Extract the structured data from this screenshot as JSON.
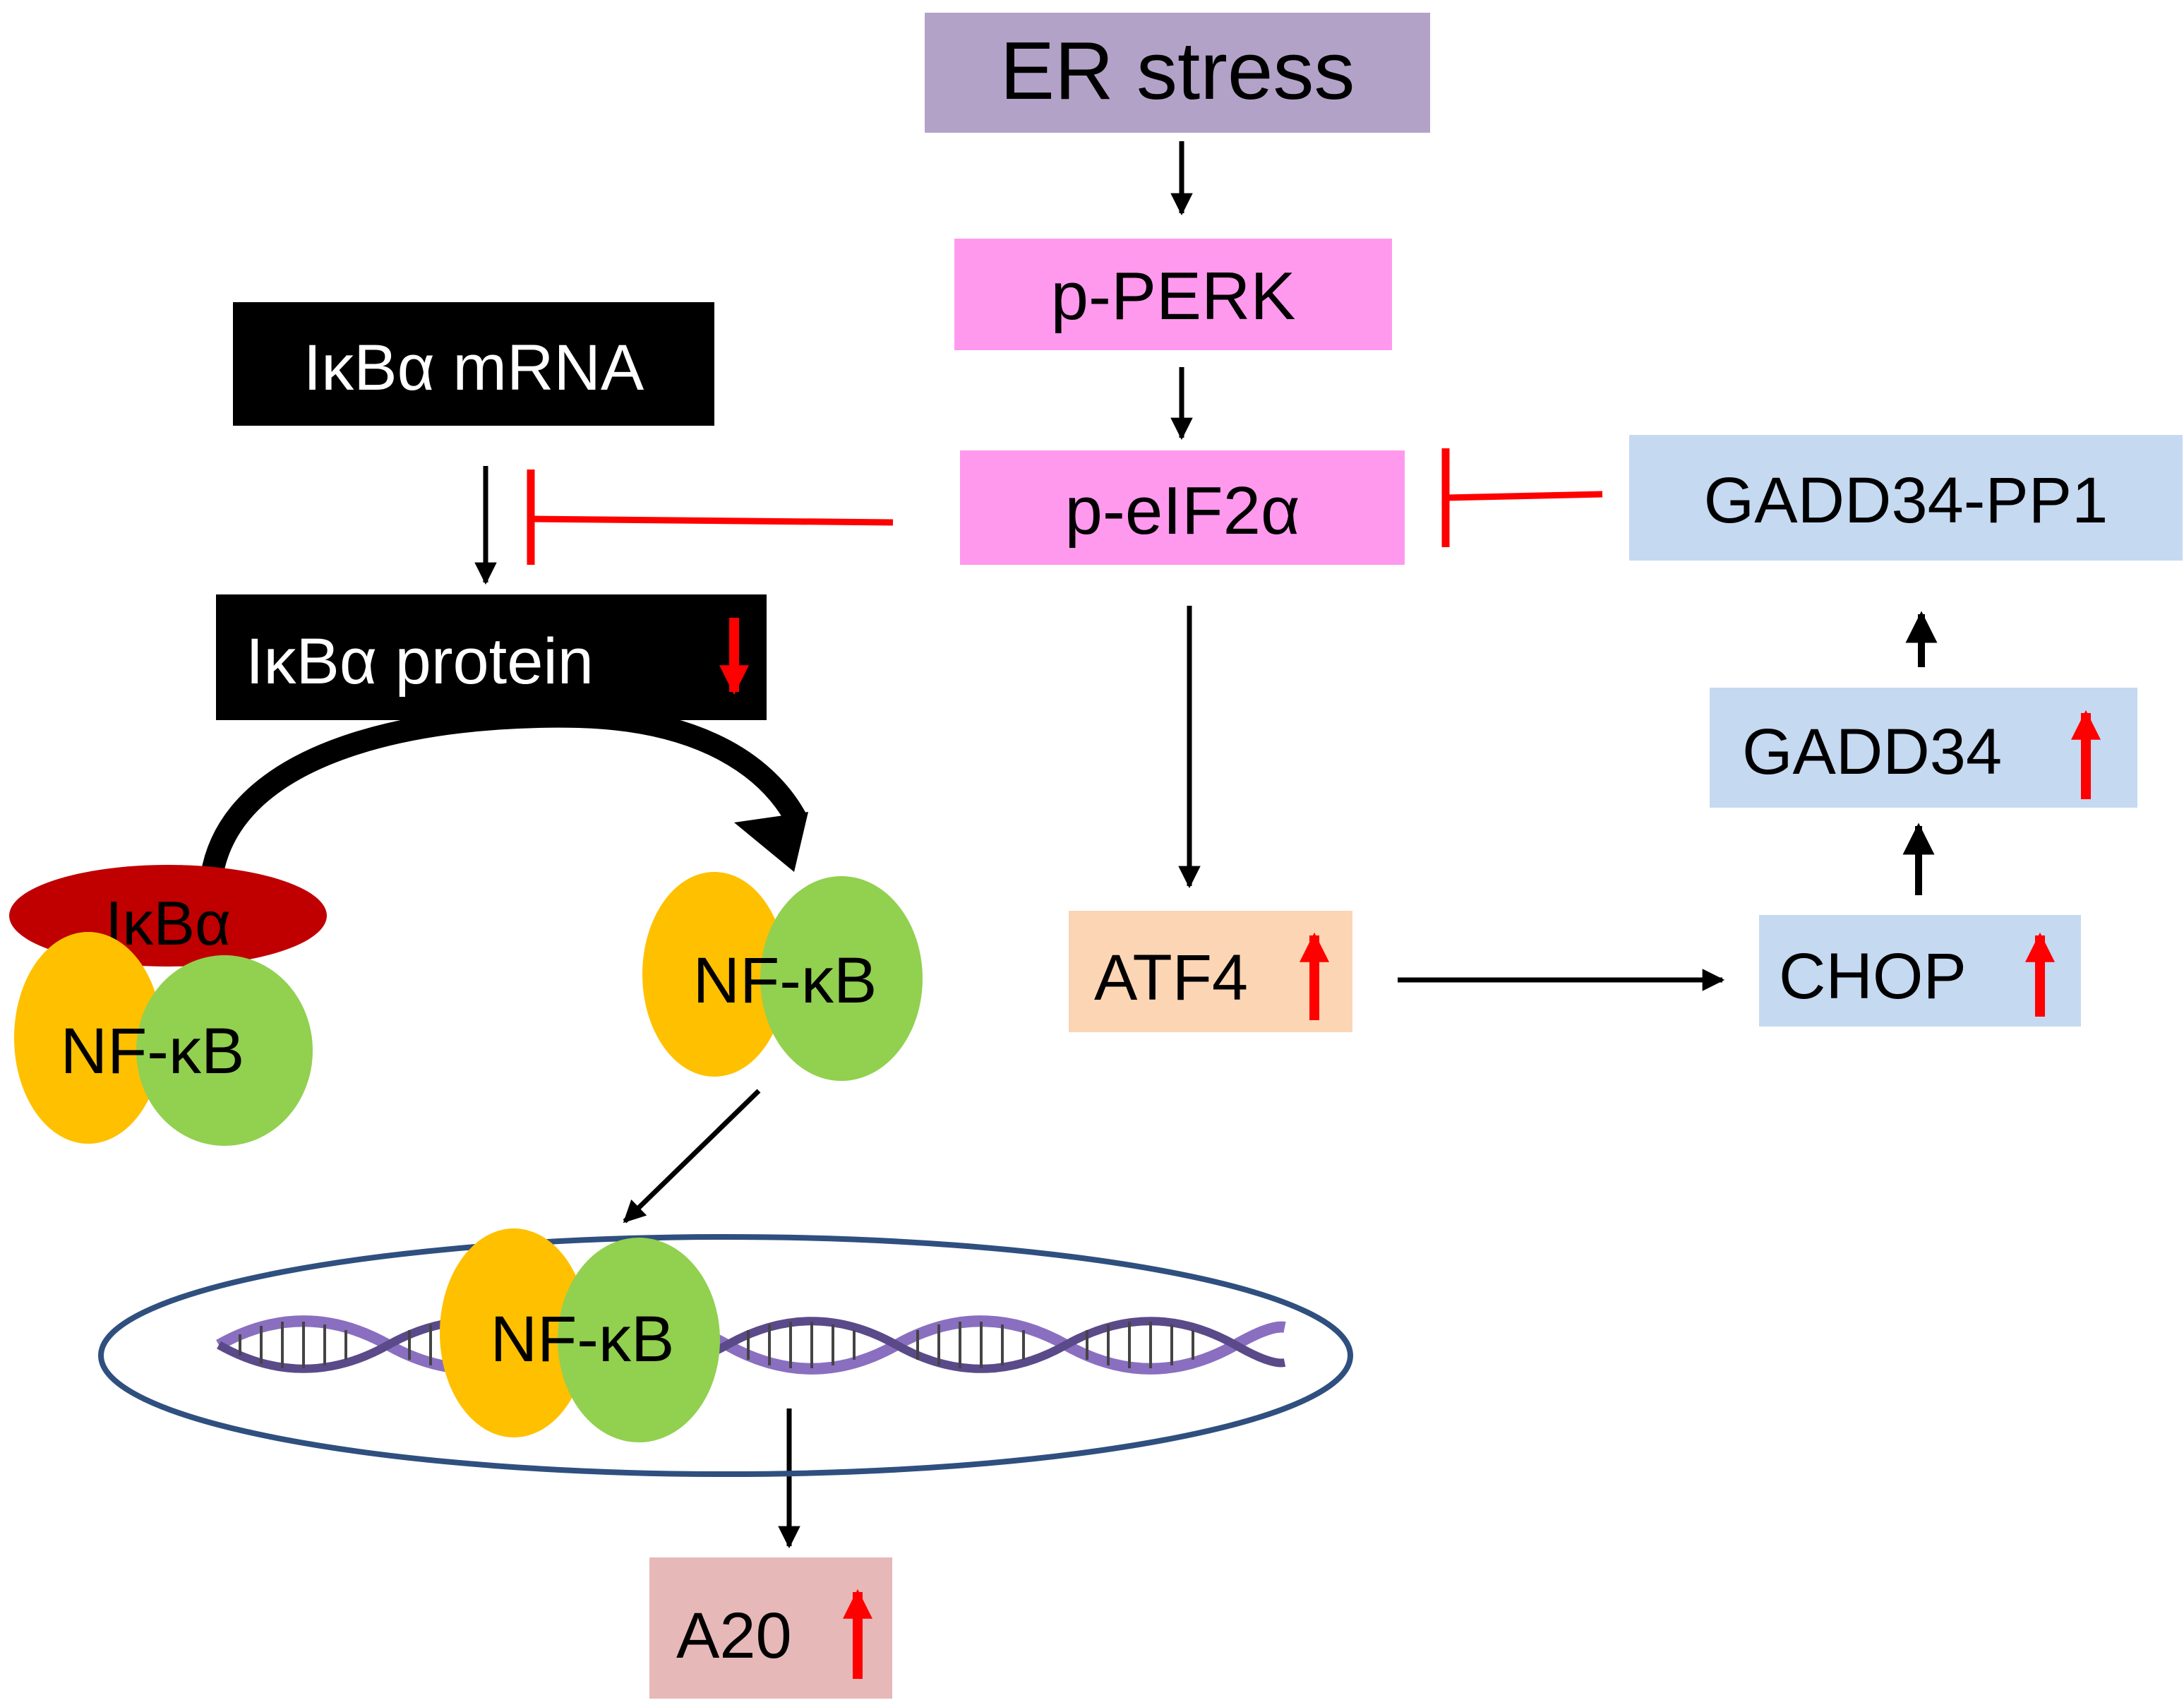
{
  "nodes": {
    "er_stress": "ER stress",
    "p_perk": "p-PERK",
    "p_eif2a": "p-eIF2α",
    "ikba_mrna": "IκBα mRNA",
    "ikba_protein": "IκBα protein",
    "gadd34_pp1": "GADD34-PP1",
    "gadd34": "GADD34",
    "atf4": "ATF4",
    "chop": "CHOP",
    "a20": "A20"
  },
  "complexes": {
    "ikba": "IκBα",
    "nfkb_bound": "NF-κB",
    "nfkb_free": "NF-κB",
    "nfkb_nucleus": "NF-κB"
  },
  "colors": {
    "er_stress": "#b3a2c7",
    "perk_eif2a": "#ff99ee",
    "ikba_boxes": "#000000",
    "blue_boxes": "#c5d9f1",
    "atf4": "#fcd5b5",
    "a20": "#e6b9b8",
    "ikba_ellipse": "#c00000",
    "nfkb_yellow": "#ffc000",
    "nfkb_green": "#92d050",
    "nucleus_border": "#2f4f7f",
    "dna": "#8a6fc0",
    "inhibit": "#ff0000",
    "up_down_arrow": "#ff0000"
  }
}
